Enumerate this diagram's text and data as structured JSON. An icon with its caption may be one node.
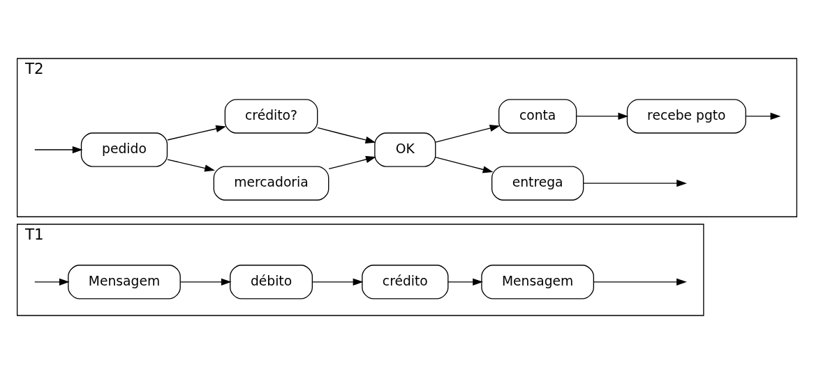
{
  "diagram": {
    "nodes": [
      {
        "text": [
          "T1"
        ]
      },
      {
        "text": [
          "Mensagem"
        ],
        "in": 0
      },
      {
        "text": [
          "débito"
        ],
        "in": 0
      },
      {
        "text": [
          "crédito"
        ],
        "in": 0
      },
      {
        "text": [
          "Mensagem"
        ],
        "in": 0
      },
      {
        "text": [
          "T2"
        ]
      },
      {
        "text": [
          "pedido"
        ],
        "in": 5
      },
      {
        "text": [
          "mercadoria"
        ],
        "in": 5
      },
      {
        "text": [
          "crédito?"
        ],
        "in": 5
      },
      {
        "text": [
          "OK"
        ],
        "in": 5
      },
      {
        "text": [
          "entrega"
        ],
        "in": 5
      },
      {
        "text": [
          "conta"
        ],
        "in": 5
      },
      {
        "text": [
          "recebe pgto"
        ],
        "in": 5
      }
    ],
    "edges": [
      {
        "from": null,
        "to": 1,
        "arrow": "to"
      },
      {
        "from": 1,
        "to": 2,
        "arrow": "to"
      },
      {
        "from": 2,
        "to": 3,
        "arrow": "to"
      },
      {
        "from": 3,
        "to": 4,
        "arrow": "to"
      },
      {
        "from": 4,
        "to": null,
        "arrow": "to"
      },
      {
        "from": null,
        "to": 6,
        "arrow": "to"
      },
      {
        "from": 6,
        "to": 7,
        "arrow": "to"
      },
      {
        "from": 6,
        "to": 8,
        "arrow": "to"
      },
      {
        "from": 7,
        "to": 9,
        "arrow": "to"
      },
      {
        "from": 8,
        "to": 9,
        "arrow": "to"
      },
      {
        "from": 9,
        "to": 10,
        "arrow": "to"
      },
      {
        "from": 9,
        "to": 11,
        "arrow": "to"
      },
      {
        "from": 10,
        "to": null,
        "arrow": "to"
      },
      {
        "from": 11,
        "to": 12,
        "arrow": "to"
      },
      {
        "from": 12,
        "to": null,
        "arrow": "to"
      }
    ]
  }
}
